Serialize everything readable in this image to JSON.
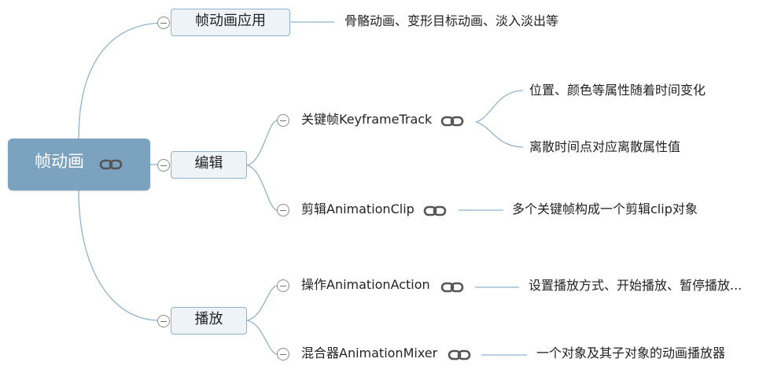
{
  "root": {
    "label": "帧动画",
    "icon": "link-icon"
  },
  "branches": {
    "frame_app": {
      "label": "帧动画应用",
      "note": "骨骼动画、变形目标动画、淡入淡出等"
    },
    "edit": {
      "label": "编辑",
      "keyframe": {
        "label": "关键帧KeyframeTrack",
        "children": [
          "位置、颜色等属性随着时间变化",
          "离散时间点对应离散属性值"
        ]
      },
      "clip": {
        "label": "剪辑AnimationClip",
        "note": "多个关键帧构成一个剪辑clip对象"
      }
    },
    "play": {
      "label": "播放",
      "action": {
        "label": "操作AnimationAction",
        "note": "设置播放方式、开始播放、暂停播放..."
      },
      "mixer": {
        "label": "混合器AnimationMixer",
        "note": "一个对象及其子对象的动画播放器"
      }
    }
  },
  "colors": {
    "root_fill": "#7ba3bf",
    "branch_fill": "#eef3f8",
    "branch_border": "#8fb2cc",
    "connector": "#8fb2cc"
  }
}
